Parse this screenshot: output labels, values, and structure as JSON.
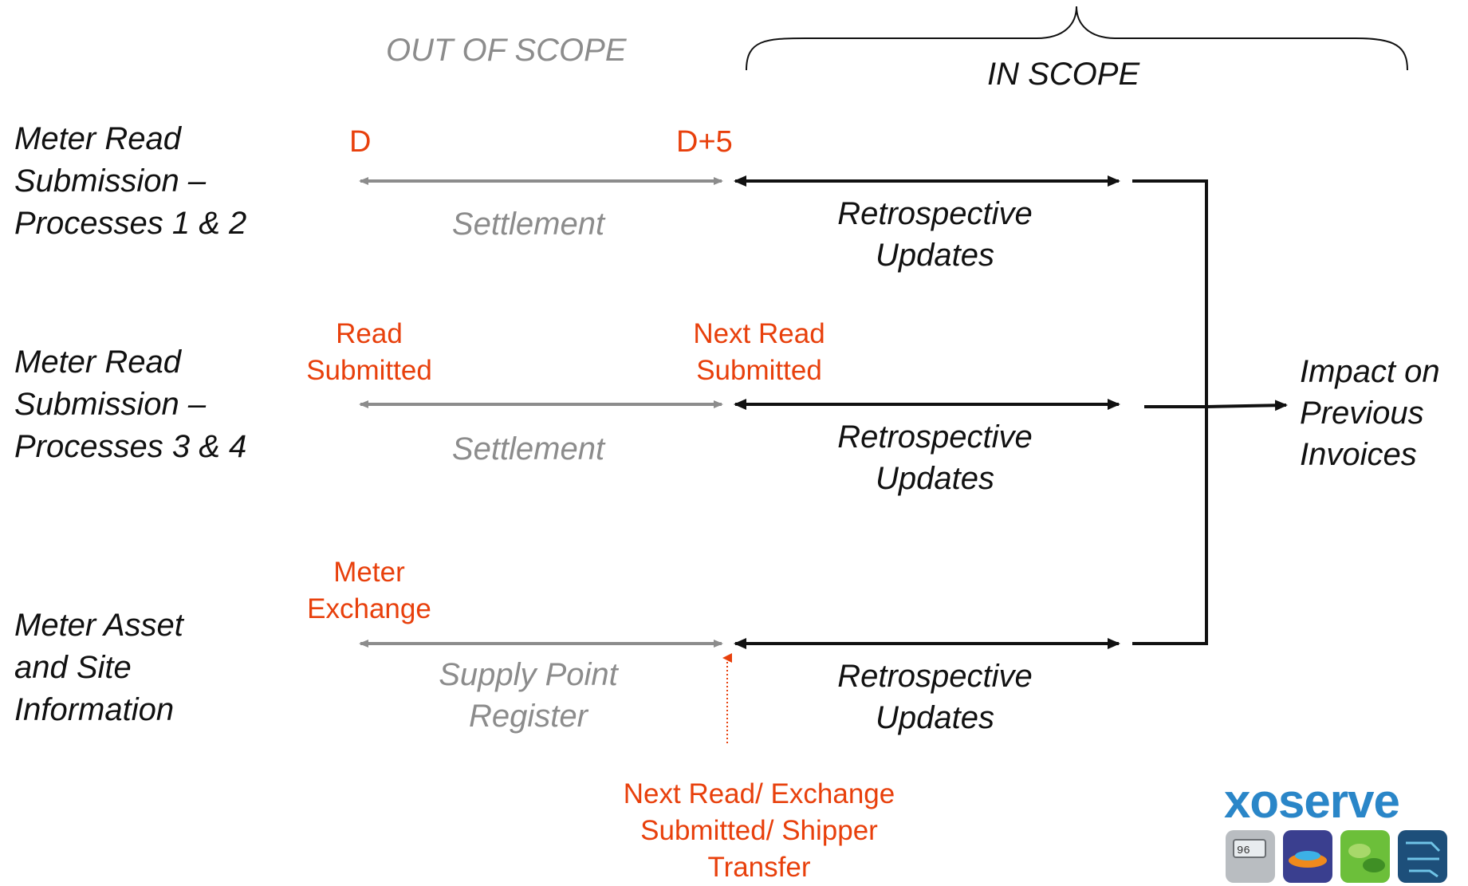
{
  "header": {
    "out_of_scope": "OUT OF SCOPE",
    "in_scope": "IN SCOPE"
  },
  "rows": [
    {
      "label": "Meter Read Submission – Processes 1 & 2",
      "start_marker": "D",
      "end_marker": "D+5",
      "out_scope_label": "Settlement",
      "in_scope_label": "Retrospective Updates"
    },
    {
      "label": "Meter Read Submission – Processes 3 & 4",
      "start_marker": "Read Submitted",
      "end_marker": "Next Read Submitted",
      "out_scope_label": "Settlement",
      "in_scope_label": "Retrospective Updates"
    },
    {
      "label": "Meter Asset and Site Information",
      "start_marker": "Meter Exchange",
      "end_marker": "",
      "out_scope_label": "Supply Point Register",
      "in_scope_label": "Retrospective Updates"
    }
  ],
  "bottom_note": "Next Read/ Exchange Submitted/ Shipper Transfer",
  "outcome": "Impact on Previous Invoices",
  "logo": {
    "text": "xoserve",
    "icons": [
      "gas-meter-icon",
      "gas-flame-icon",
      "leaves-icon",
      "circuit-board-icon"
    ]
  },
  "colors": {
    "red": "#e8400c",
    "grey": "#8c8c8c",
    "black": "#111111",
    "logo_blue": "#2a86c8"
  }
}
